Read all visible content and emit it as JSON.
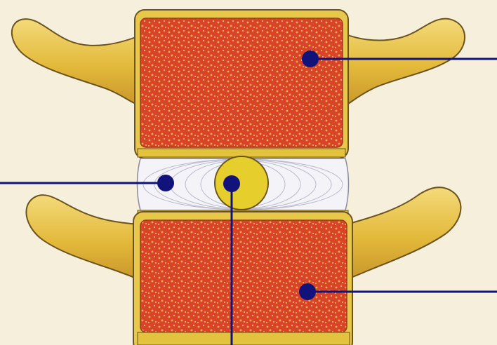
{
  "diagram": {
    "colors": {
      "background": "#f6efdc",
      "bone_fill": "#e3b93a",
      "bone_highlight": "#f3da7a",
      "bone_outline": "#6b5320",
      "vertebral_body_fill": "#d8432a",
      "vertebral_body_speckle": "#f0b24a",
      "disc_fill": "#f4f4f8",
      "disc_lines": "#b9b9cc",
      "nucleus_fill": "#e6cf2c",
      "pointer_color": "#12137a"
    },
    "structures": [
      {
        "id": "upper-vertebral-body",
        "label": ""
      },
      {
        "id": "intervertebral-disc-annulus",
        "label": ""
      },
      {
        "id": "nucleus-pulposus",
        "label": ""
      },
      {
        "id": "lower-vertebral-body",
        "label": ""
      }
    ]
  }
}
